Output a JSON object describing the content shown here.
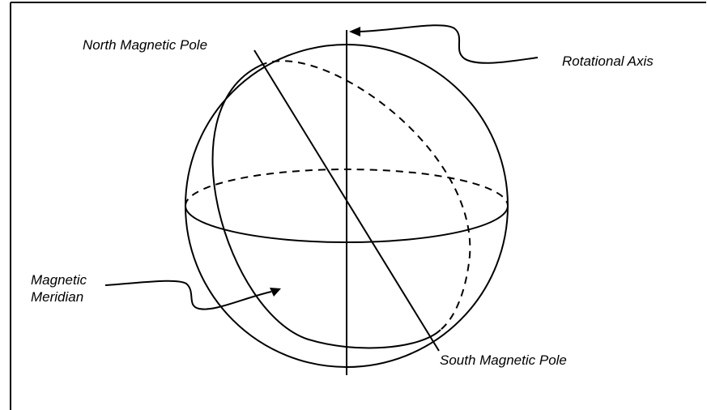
{
  "labels": {
    "north_magnetic_pole": "North Magnetic Pole",
    "rotational_axis": "Rotational Axis",
    "magnetic_meridian_line1": "Magnetic",
    "magnetic_meridian_line2": "Meridian",
    "south_magnetic_pole": "South Magnetic Pole"
  },
  "colors": {
    "stroke": "#000000",
    "background": "#ffffff"
  }
}
